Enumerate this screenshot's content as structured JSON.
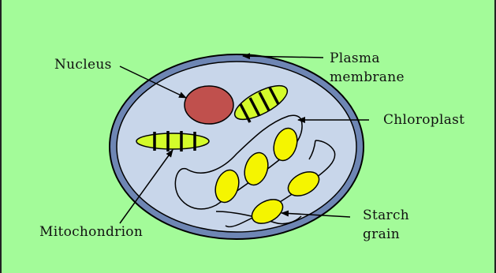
{
  "labels": {
    "nucleus": "Nucleus",
    "plasma_membrane_line1": "Plasma",
    "plasma_membrane_line2": "membrane",
    "chloroplast": "Chloroplast",
    "mitochondrion": "Mitochondrion",
    "starch_grain_line1": "Starch",
    "starch_grain_line2": "grain"
  },
  "colors": {
    "background": "#a3fb99",
    "cell_membrane": "#6e86b4",
    "cytoplasm": "#c8d6ea",
    "nucleus": "#c0504d",
    "mitochondrion": "#d4fb2a",
    "starch_grain": "#f5f500",
    "outline": "#000000"
  }
}
